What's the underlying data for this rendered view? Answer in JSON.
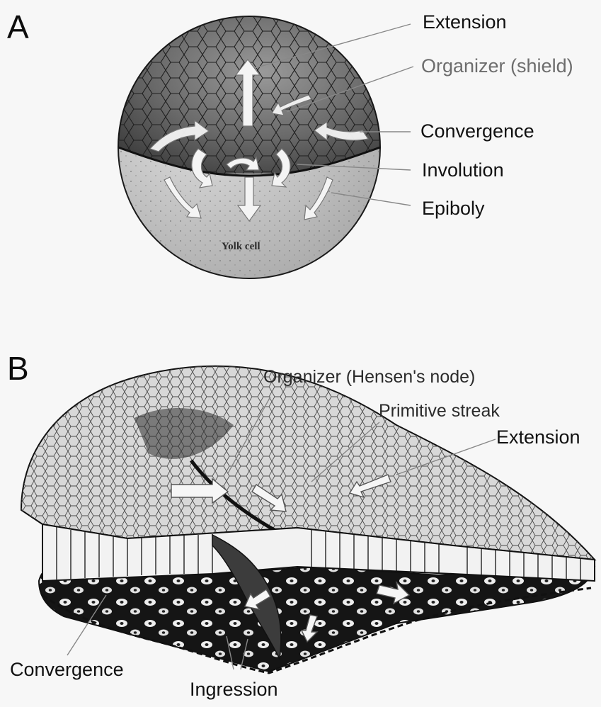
{
  "panel_a": {
    "letter": "A",
    "labels": {
      "extension": "Extension",
      "organizer": "Organizer (shield)",
      "convergence": "Convergence",
      "involution": "Involution",
      "epiboly": "Epiboly",
      "yolk": "Yolk cell"
    }
  },
  "panel_b": {
    "letter": "B",
    "labels": {
      "organizer": "Organizer (Hensen's node)",
      "primitive_streak": "Primitive streak",
      "extension": "Extension",
      "convergence": "Convergence",
      "ingression": "Ingression"
    }
  },
  "colors": {
    "background": "#f7f7f7",
    "cell_dark": "#3a3a3a",
    "yolk": "#cfcfcf",
    "arrow_fill": "#f2f2f2"
  }
}
